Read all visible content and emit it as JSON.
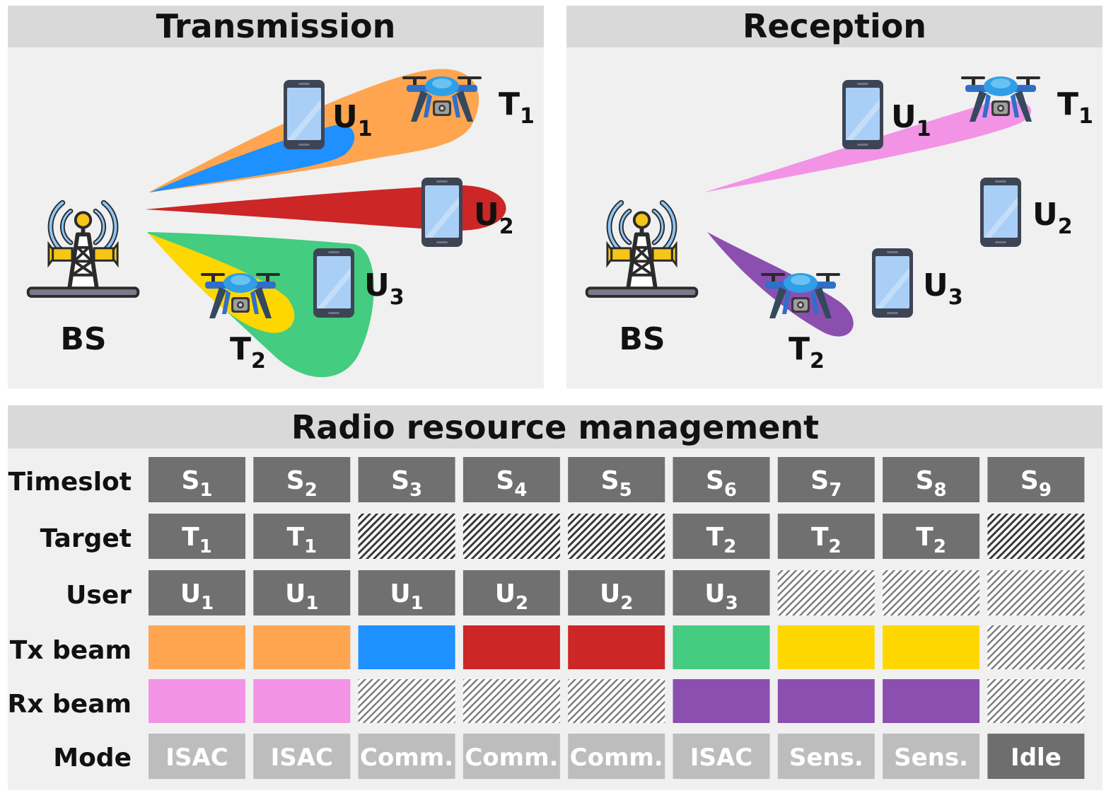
{
  "transmission": {
    "title": "Transmission",
    "bs_label": "BS",
    "users": [
      {
        "base": "U",
        "sub": "1"
      },
      {
        "base": "U",
        "sub": "2"
      },
      {
        "base": "U",
        "sub": "3"
      }
    ],
    "targets": [
      {
        "base": "T",
        "sub": "1"
      },
      {
        "base": "T",
        "sub": "2"
      }
    ]
  },
  "reception": {
    "title": "Reception",
    "bs_label": "BS",
    "users": [
      {
        "base": "U",
        "sub": "1"
      },
      {
        "base": "U",
        "sub": "2"
      },
      {
        "base": "U",
        "sub": "3"
      }
    ],
    "targets": [
      {
        "base": "T",
        "sub": "1"
      },
      {
        "base": "T",
        "sub": "2"
      }
    ]
  },
  "rrm": {
    "title": "Radio resource management",
    "row_labels": {
      "timeslot": "Timeslot",
      "target": "Target",
      "user": "User",
      "tx": "Tx beam",
      "rx": "Rx beam",
      "mode": "Mode"
    },
    "timeslots": [
      {
        "base": "S",
        "sub": "1"
      },
      {
        "base": "S",
        "sub": "2"
      },
      {
        "base": "S",
        "sub": "3"
      },
      {
        "base": "S",
        "sub": "4"
      },
      {
        "base": "S",
        "sub": "5"
      },
      {
        "base": "S",
        "sub": "6"
      },
      {
        "base": "S",
        "sub": "7"
      },
      {
        "base": "S",
        "sub": "8"
      },
      {
        "base": "S",
        "sub": "9"
      }
    ],
    "targets": [
      {
        "base": "T",
        "sub": "1"
      },
      {
        "base": "T",
        "sub": "1"
      },
      null,
      null,
      null,
      {
        "base": "T",
        "sub": "2"
      },
      {
        "base": "T",
        "sub": "2"
      },
      {
        "base": "T",
        "sub": "2"
      },
      null
    ],
    "users": [
      {
        "base": "U",
        "sub": "1"
      },
      {
        "base": "U",
        "sub": "1"
      },
      {
        "base": "U",
        "sub": "1"
      },
      {
        "base": "U",
        "sub": "2"
      },
      {
        "base": "U",
        "sub": "2"
      },
      {
        "base": "U",
        "sub": "3"
      },
      null,
      null,
      null
    ],
    "tx_beams": [
      "#FFA54F",
      "#FFA54F",
      "#1E90FF",
      "#CC2626",
      "#CC2626",
      "#44CC80",
      "#FFD700",
      "#FFD700",
      null
    ],
    "rx_beams": [
      "#F293E6",
      "#F293E6",
      null,
      null,
      null,
      "#8B4FB0",
      "#8B4FB0",
      "#8B4FB0",
      null
    ],
    "modes": [
      "ISAC",
      "ISAC",
      "Comm.",
      "Comm.",
      "Comm.",
      "ISAC",
      "Sens.",
      "Sens.",
      "Idle"
    ]
  },
  "colors": {
    "panel_bg": "#F0F0F0",
    "header_bg": "#D9D9D9",
    "cell_dark": "#707070",
    "cell_light": "#BDBDBD",
    "idle": "#6E6E6E",
    "beam_orange": "#FFA54F",
    "beam_blue": "#1E90FF",
    "beam_red": "#CC2626",
    "beam_green": "#44CC80",
    "beam_yellow": "#FFD700",
    "beam_pink": "#F293E6",
    "beam_purple": "#8B4FB0"
  }
}
